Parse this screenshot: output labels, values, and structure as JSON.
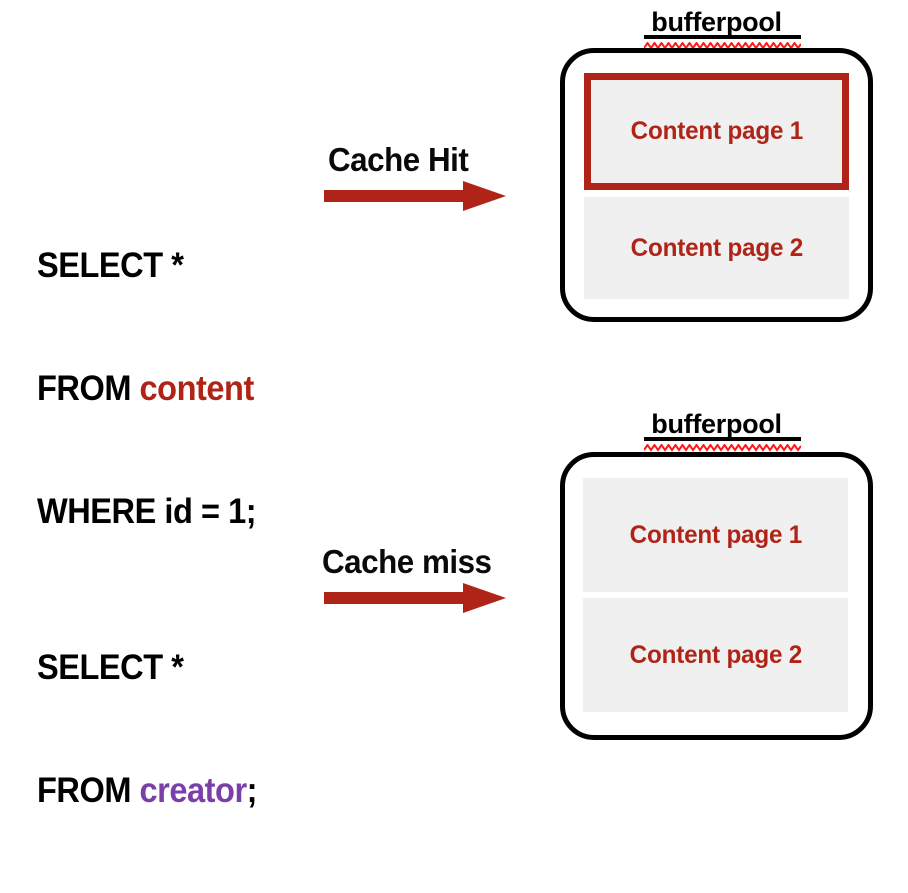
{
  "diagram": {
    "title": "Buffer pool cache hit and cache miss diagram",
    "colors": {
      "accent_red": "#B02418",
      "purple": "#7B3FA8",
      "black": "#000000",
      "page_fill": "#F0F0F0",
      "squiggle_red": "#FF0000"
    }
  },
  "rows": [
    {
      "id": "cache-hit",
      "query": {
        "line1": "SELECT *",
        "line2_keyword": "FROM ",
        "line2_table": "content",
        "line3": "WHERE id = 1;"
      },
      "arrow_label": "Cache Hit",
      "arrow_icon": "right-arrow-icon",
      "pool": {
        "title": "bufferpool",
        "pages": [
          {
            "label": "Content page 1",
            "highlighted": true
          },
          {
            "label": "Content page 2",
            "highlighted": false
          }
        ]
      }
    },
    {
      "id": "cache-miss",
      "query": {
        "line1": "SELECT *",
        "line2_keyword": "FROM ",
        "line2_table": "creator",
        "line2_terminator": ";"
      },
      "arrow_label": "Cache miss",
      "arrow_icon": "right-arrow-icon",
      "pool": {
        "title": "bufferpool",
        "pages": [
          {
            "label": "Content page 1",
            "highlighted": false
          },
          {
            "label": "Content page 2",
            "highlighted": false
          }
        ]
      }
    }
  ]
}
